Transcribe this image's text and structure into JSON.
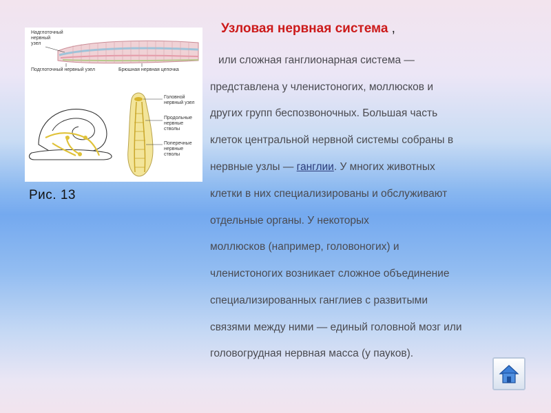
{
  "slide": {
    "title": "Узловая нервная система",
    "title_suffix": " ,",
    "figure": {
      "label_supraesophageal": "Надглоточный",
      "label_supraesophageal_2": "нервный",
      "label_supraesophageal_3": "узел",
      "label_subesophageal": "Подглоточный нервный узел",
      "label_ventral_chain": "Брюшная нервная цепочка",
      "label_head_ganglion": "Головной",
      "label_head_ganglion_2": "нервный узел",
      "label_longitudinal": "Продольные",
      "label_longitudinal_2": "нервные",
      "label_longitudinal_3": "стволы",
      "label_transverse": "Поперечные",
      "label_transverse_2": "нервные",
      "label_transverse_3": "стволы"
    },
    "figure_caption": "Рис. 13",
    "text": {
      "l1": "или сложная ганглионарная система —",
      "l2": "представлена у  членистоногих, моллюсков и",
      "l3": "других групп беспозвоночных. Большая часть",
      "l4": "клеток центральной нервной системы собраны в",
      "l5a": "нервные узлы — ",
      "l5_link": "ганглии",
      "l5b": ". У многих животных",
      "l6": "клетки в них специализированы и обслуживают",
      "l7": "отдельные органы. У некоторых",
      "l8": "моллюсков (например, головоногих) и",
      "l9": "членистоногих возникает сложное объединение",
      "l10": "специализированных ганглиев с развитыми",
      "l11": "связями между ними — единый головной мозг или",
      "l12": "головогрудная нервная масса (у пауков)."
    },
    "home_button": {
      "icon": "home-icon"
    },
    "colors": {
      "title": "#cc1a1a",
      "body_text": "#4a4a50",
      "link": "#2a3a78"
    }
  }
}
